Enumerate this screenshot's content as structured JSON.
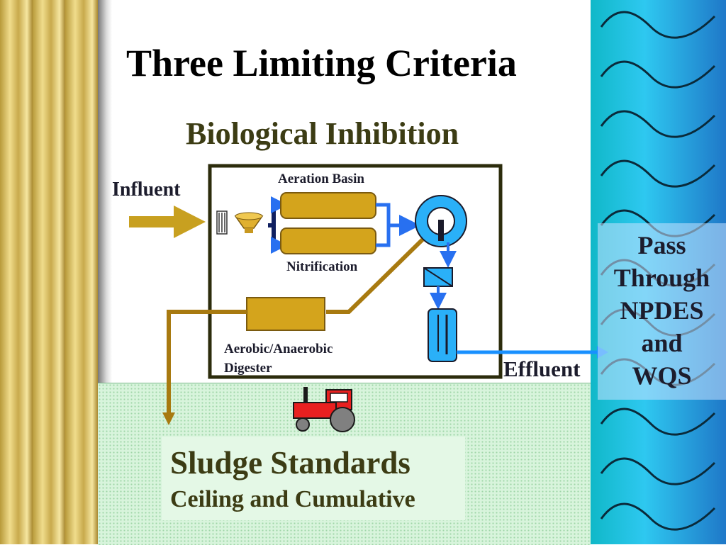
{
  "title": "Three Limiting Criteria",
  "subtitle": "Biological Inhibition",
  "labels": {
    "influent": "Influent",
    "aeration_basin": "Aeration Basin",
    "nitrification": "Nitrification",
    "digester": "Aerobic/Anaerobic Digester",
    "effluent": "Effluent"
  },
  "pass_through": [
    "Pass",
    "Through",
    "NPDES",
    "and",
    "WQS"
  ],
  "sludge": {
    "title": "Sludge Standards",
    "subtitle": "Ceiling and Cumulative"
  },
  "colors": {
    "arrow_gold": "#c8a020",
    "basin_fill": "#d4a41c",
    "pipe_brown": "#a87a10",
    "flow_blue": "#2870f0",
    "effluent_blue": "#1890ff",
    "box_border": "#2c2c0c",
    "tractor_red": "#e82020"
  },
  "icons": [
    "screen-icon",
    "grit-chamber-icon",
    "clarifier-icon",
    "uv-disinfection-icon",
    "tank-icon",
    "tractor-icon"
  ]
}
